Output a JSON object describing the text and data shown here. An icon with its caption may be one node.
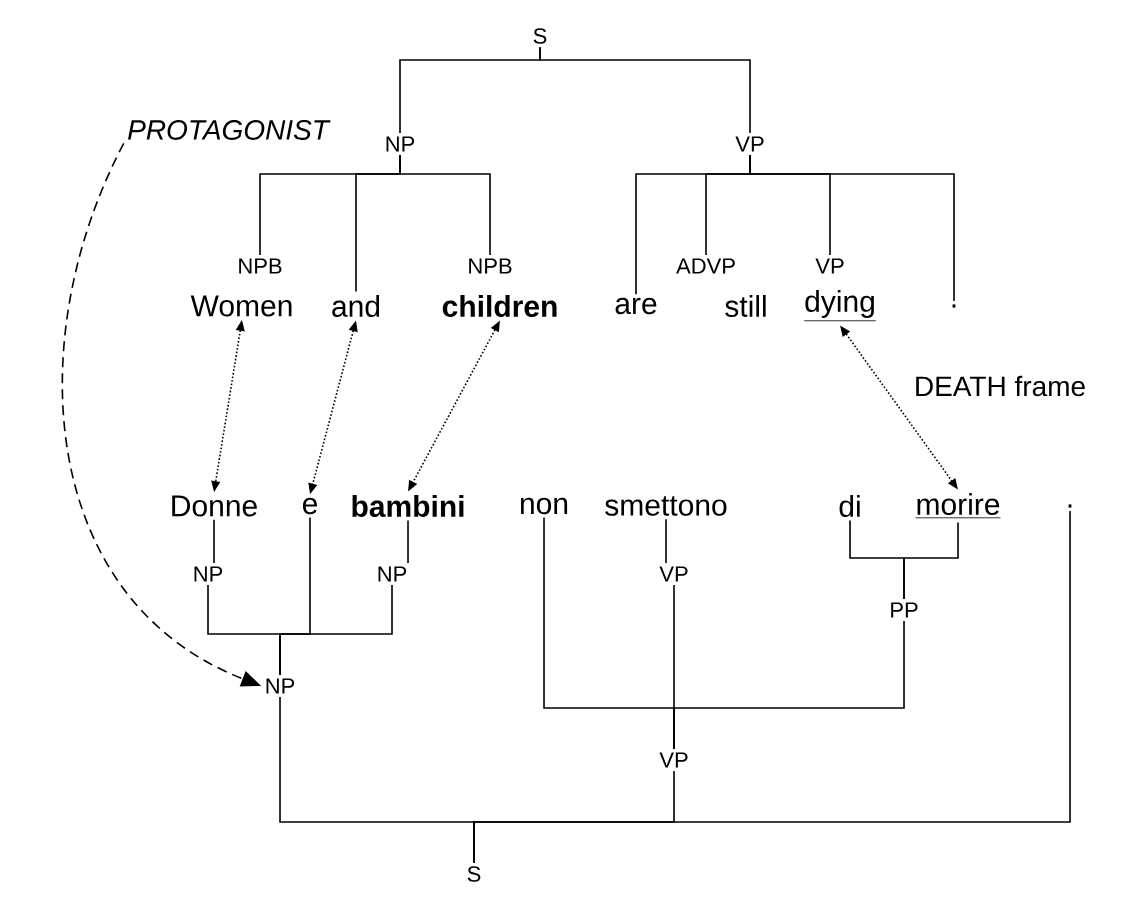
{
  "diagram": {
    "nodes": [
      {
        "text": [
          "S"
        ]
      },
      {
        "text": [
          "NP"
        ]
      },
      {
        "text": [
          "VP"
        ]
      },
      {
        "text": [
          "NPB"
        ]
      },
      {
        "text": [
          "NPB"
        ]
      },
      {
        "text": [
          "ADVP"
        ]
      },
      {
        "text": [
          "VP"
        ]
      },
      {
        "text": [
          "Women"
        ]
      },
      {
        "text": [
          "and"
        ]
      },
      {
        "text": [
          "children"
        ]
      },
      {
        "text": [
          "are"
        ]
      },
      {
        "text": [
          "still"
        ]
      },
      {
        "text": [
          "dying"
        ]
      },
      {
        "text": [
          "."
        ]
      },
      {
        "text": [
          "PROTAGONIST"
        ]
      },
      {
        "text": [
          "Donne"
        ]
      },
      {
        "text": [
          "e"
        ]
      },
      {
        "text": [
          "bambini"
        ]
      },
      {
        "text": [
          "non"
        ]
      },
      {
        "text": [
          "smettono"
        ]
      },
      {
        "text": [
          "di"
        ]
      },
      {
        "text": [
          "morire"
        ]
      },
      {
        "text": [
          "."
        ]
      },
      {
        "text": [
          "NP"
        ]
      },
      {
        "text": [
          "NP"
        ]
      },
      {
        "text": [
          "VP"
        ]
      },
      {
        "text": [
          "PP"
        ]
      },
      {
        "text": [
          "NP"
        ]
      },
      {
        "text": [
          "VP"
        ]
      },
      {
        "text": [
          "S"
        ]
      }
    ],
    "edges": [
      {
        "from": 0,
        "to": 1,
        "arrow": "none"
      },
      {
        "from": 0,
        "to": 2,
        "arrow": "none"
      },
      {
        "from": 1,
        "to": 3,
        "arrow": "none"
      },
      {
        "from": 1,
        "to": 8,
        "arrow": "none"
      },
      {
        "from": 1,
        "to": 4,
        "arrow": "none"
      },
      {
        "from": 2,
        "to": 10,
        "arrow": "none"
      },
      {
        "from": 2,
        "to": 5,
        "arrow": "none"
      },
      {
        "from": 2,
        "to": 6,
        "arrow": "none"
      },
      {
        "from": 2,
        "to": 13,
        "arrow": "none"
      },
      {
        "from": 23,
        "to": 15,
        "arrow": "none"
      },
      {
        "from": 24,
        "to": 17,
        "arrow": "none"
      },
      {
        "from": 27,
        "to": 23,
        "arrow": "none"
      },
      {
        "from": 27,
        "to": 16,
        "arrow": "none"
      },
      {
        "from": 27,
        "to": 24,
        "arrow": "none"
      },
      {
        "from": 26,
        "to": 20,
        "arrow": "none"
      },
      {
        "from": 26,
        "to": 21,
        "arrow": "none"
      },
      {
        "from": 25,
        "to": 19,
        "arrow": "none"
      },
      {
        "from": 28,
        "to": 18,
        "arrow": "none"
      },
      {
        "from": 28,
        "to": 25,
        "arrow": "none"
      },
      {
        "from": 28,
        "to": 26,
        "arrow": "none"
      },
      {
        "from": 29,
        "to": 27,
        "arrow": "none"
      },
      {
        "from": 29,
        "to": 28,
        "arrow": "none"
      },
      {
        "from": 29,
        "to": 22,
        "arrow": "none"
      },
      {
        "from": 7,
        "to": 15,
        "arrow": "both",
        "style": "dashed"
      },
      {
        "from": 8,
        "to": 16,
        "arrow": "both",
        "style": "dashed"
      },
      {
        "from": 9,
        "to": 17,
        "arrow": "both",
        "style": "dashed"
      },
      {
        "from": 12,
        "to": 21,
        "arrow": "both",
        "style": "dashed",
        "label": "DEATH frame"
      },
      {
        "from": 14,
        "to": 27,
        "arrow": "to",
        "style": "dashed"
      }
    ]
  }
}
